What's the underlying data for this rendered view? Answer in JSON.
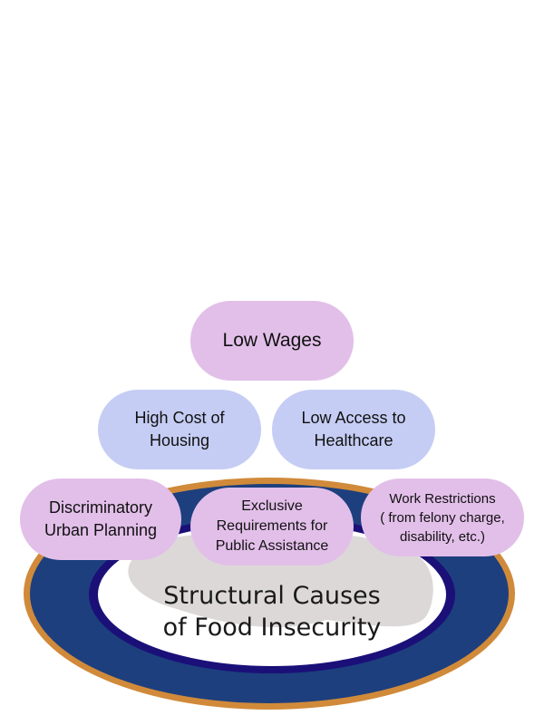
{
  "diagram": {
    "title": "Structural Causes\nof Food Insecurity",
    "colors": {
      "plate_rim": "#1d3f7e",
      "plate_edge": "#d08a3a",
      "plate_inner_ring": "#1a1078",
      "plate_center": "#ffffff",
      "food_blob": "#dcd8d8",
      "pill_purple": "#e2bfe9",
      "pill_blue": "#c5cdf4"
    },
    "causes": [
      {
        "id": "low-wages",
        "label": "Low Wages",
        "color": "purple"
      },
      {
        "id": "high-cost-housing",
        "label": "High Cost of\nHousing",
        "color": "blue"
      },
      {
        "id": "low-access-healthcare",
        "label": "Low Access to\nHealthcare",
        "color": "blue"
      },
      {
        "id": "discriminatory-urban-planning",
        "label": "Discriminatory\nUrban Planning",
        "color": "purple"
      },
      {
        "id": "exclusive-requirements",
        "label": "Exclusive\nRequirements for\nPublic Assistance",
        "color": "purple"
      },
      {
        "id": "work-restrictions",
        "label": "Work Restrictions\n( from felony charge,\ndisability, etc.)",
        "color": "purple"
      }
    ]
  }
}
